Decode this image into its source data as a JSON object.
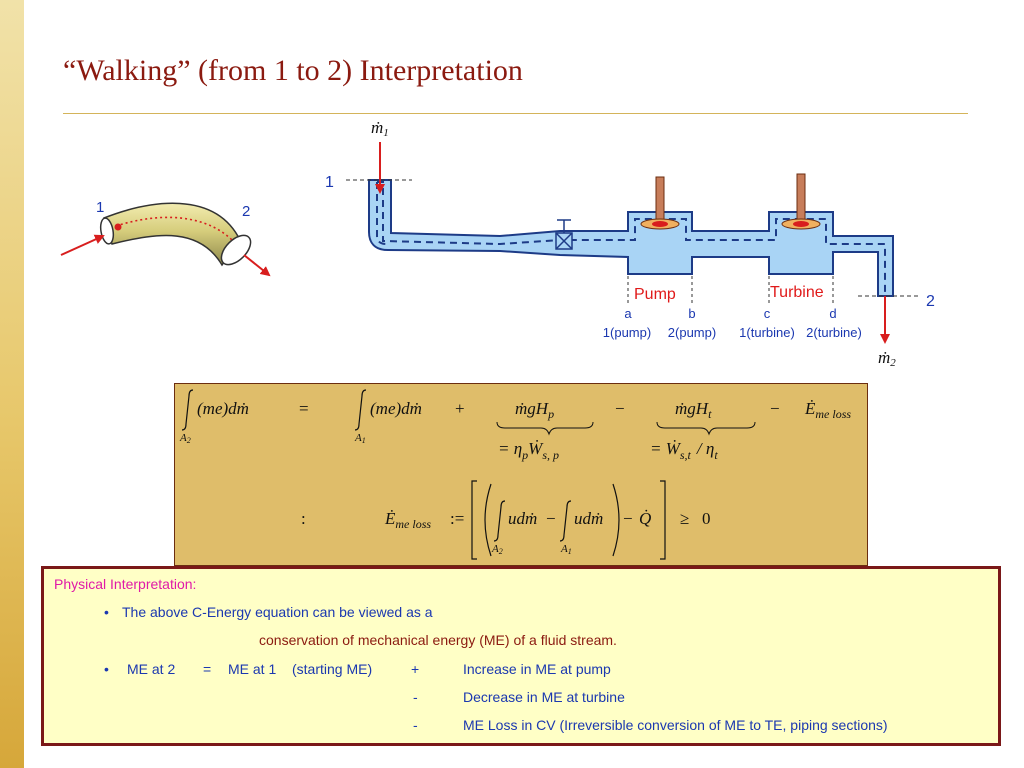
{
  "slide": {
    "title": "“Walking” (from 1 to 2) Interpretation"
  },
  "pipe_figure": {
    "label_in": "1",
    "label_out": "2"
  },
  "schematic": {
    "mdot1": "ṁ",
    "mdot1_sub": "1",
    "mdot2": "ṁ",
    "mdot2_sub": "2",
    "station1": "1",
    "station2": "2",
    "pump_label": "Pump",
    "turbine_label": "Turbine",
    "point_a": "a",
    "point_b": "b",
    "point_c": "c",
    "point_d": "d",
    "point_a_desc": "1(pump)",
    "point_b_desc": "2(pump)",
    "point_c_desc": "1(turbine)",
    "point_d_desc": "2(turbine)"
  },
  "equation_box": {
    "int_A2": "A",
    "int_A2_sub": "2",
    "int_A1": "A",
    "int_A1_sub": "1",
    "lhs": "(me)dṁ",
    "equals": "=",
    "rhs": "(me)dṁ",
    "plus": "+",
    "pump_term": "ṁgH",
    "pump_term_sub": "p",
    "minus1": "−",
    "turbine_term": "ṁgH",
    "turbine_term_sub": "t",
    "minus2": "−",
    "loss_symbol": "Ė",
    "loss_sub": "me loss",
    "pump_work_eq": "= η",
    "pump_work_eta_sub": "p",
    "pump_work_w": "Ẇ",
    "pump_work_w_sub": "s, p",
    "turbine_work_eq": "= Ẇ",
    "turbine_work_w_sub": "s,t",
    "turbine_work_div": "/ η",
    "turbine_work_eta_sub": "t",
    "colon": ":",
    "def_symbol": "Ė",
    "def_sub": "me loss",
    "def_assign": ":=",
    "udm": "udṁ",
    "minus3": "−",
    "minus4": "−",
    "qdot": "Q̇",
    "geq": "≥",
    "zero": "0"
  },
  "interpretation": {
    "heading": "Physical Interpretation:",
    "bullet_char": "•",
    "bullet1": "The above C-Energy equation can be viewed as a",
    "bullet1_cont": "conservation of mechanical energy (ME) of a fluid stream.",
    "me_at_2": "ME at 2",
    "eq_sign": "=",
    "me_at_1": "ME at 1",
    "starting": "(starting ME)",
    "plus_sign": "+",
    "increase": "Increase in ME at pump",
    "minus_sign_1": "-",
    "decrease": "Decrease in ME at turbine",
    "minus_sign_2": "-",
    "loss": "ME Loss in CV (Irreversible conversion of ME to TE, piping sections)"
  },
  "colors": {
    "title": "#8b1a10",
    "pipe_fill": "#a9d4f5",
    "pipe_stroke": "#1d3b87",
    "arrow": "#d81e1e",
    "eq_box": "#dfbd6a",
    "interp_box": "#ffffc6",
    "interp_border": "#7a1818",
    "heading": "#e01aa8",
    "text": "#1b38b0",
    "emphasis": "#8b1a10"
  }
}
